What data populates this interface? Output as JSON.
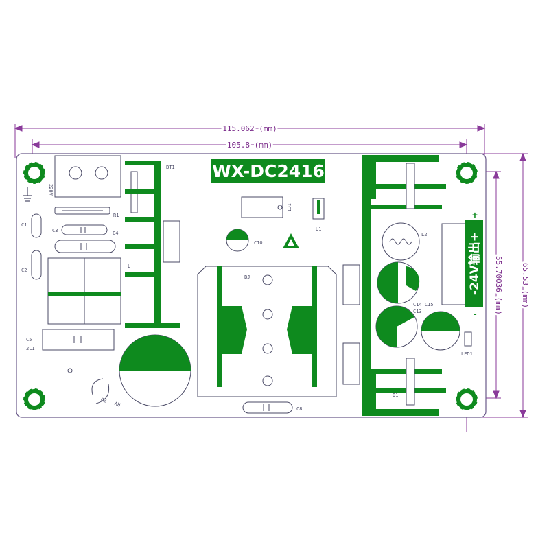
{
  "title": "WX-DC2416",
  "dimensions": {
    "outer_width": "115.062 (mm)",
    "inner_width": "105.8 (mm)",
    "outer_height": "65.53 (mm)",
    "inner_height": "55.70036 (mm)"
  },
  "output_label": "-24V输出+",
  "output_minus": "-",
  "output_plus": "+",
  "labels": {
    "bt1": "BT1",
    "input": "220V",
    "c1": "C1",
    "c2": "C2",
    "c3": "C3",
    "c4": "C4",
    "c5": "C5",
    "c8": "C8",
    "c10": "C10",
    "c13": "C13",
    "c14_c15": "C14 C15",
    "r1": "R1",
    "l": "L",
    "l2": "L2",
    "l3": "2L1",
    "ic1": "IC1",
    "u1": "U1",
    "bj": "BJ",
    "d1": "D1",
    "led1": "LED1",
    "zd": "ZD",
    "rv": "RV"
  },
  "colors": {
    "pcb_green": "#0e8a1e",
    "outline": "#6a5a8a",
    "dimension": "#8a3a9a"
  },
  "icons": [
    "esd-warning-icon",
    "ground-symbol-icon"
  ]
}
